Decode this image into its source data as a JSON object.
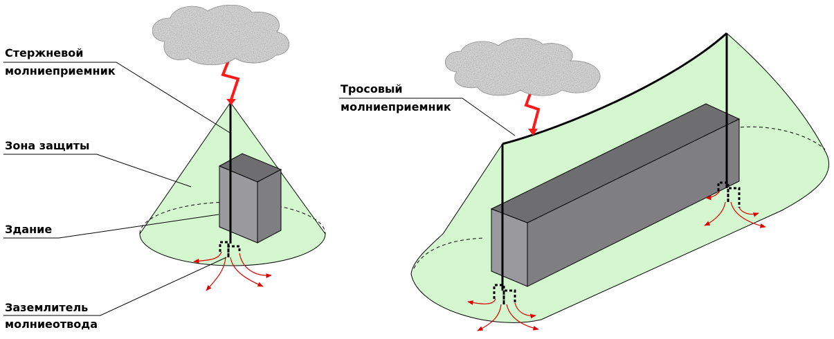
{
  "labels": {
    "rod_line1": "Стержневой",
    "rod_line2": "молниеприемник",
    "zone": "Зона защиты",
    "building": "Здание",
    "ground_line1": "Заземлитель",
    "ground_line2": "молниеотвода",
    "cable_line1": "Тросовый",
    "cable_line2": "молниеприемник"
  },
  "colors": {
    "zone_fill": "#d4f7d0",
    "zone_stroke": "#000000",
    "building_front": "#9a9a9e",
    "building_top": "#6e6e70",
    "building_side": "#7f7f83",
    "bolt": "#ff1a1a",
    "current_arrows": "#e00000",
    "cloud": "#d6d6d6"
  },
  "icons": [
    "cloud-icon",
    "lightning-bolt-icon",
    "ground-electrode-icon",
    "current-arrow-icon"
  ]
}
